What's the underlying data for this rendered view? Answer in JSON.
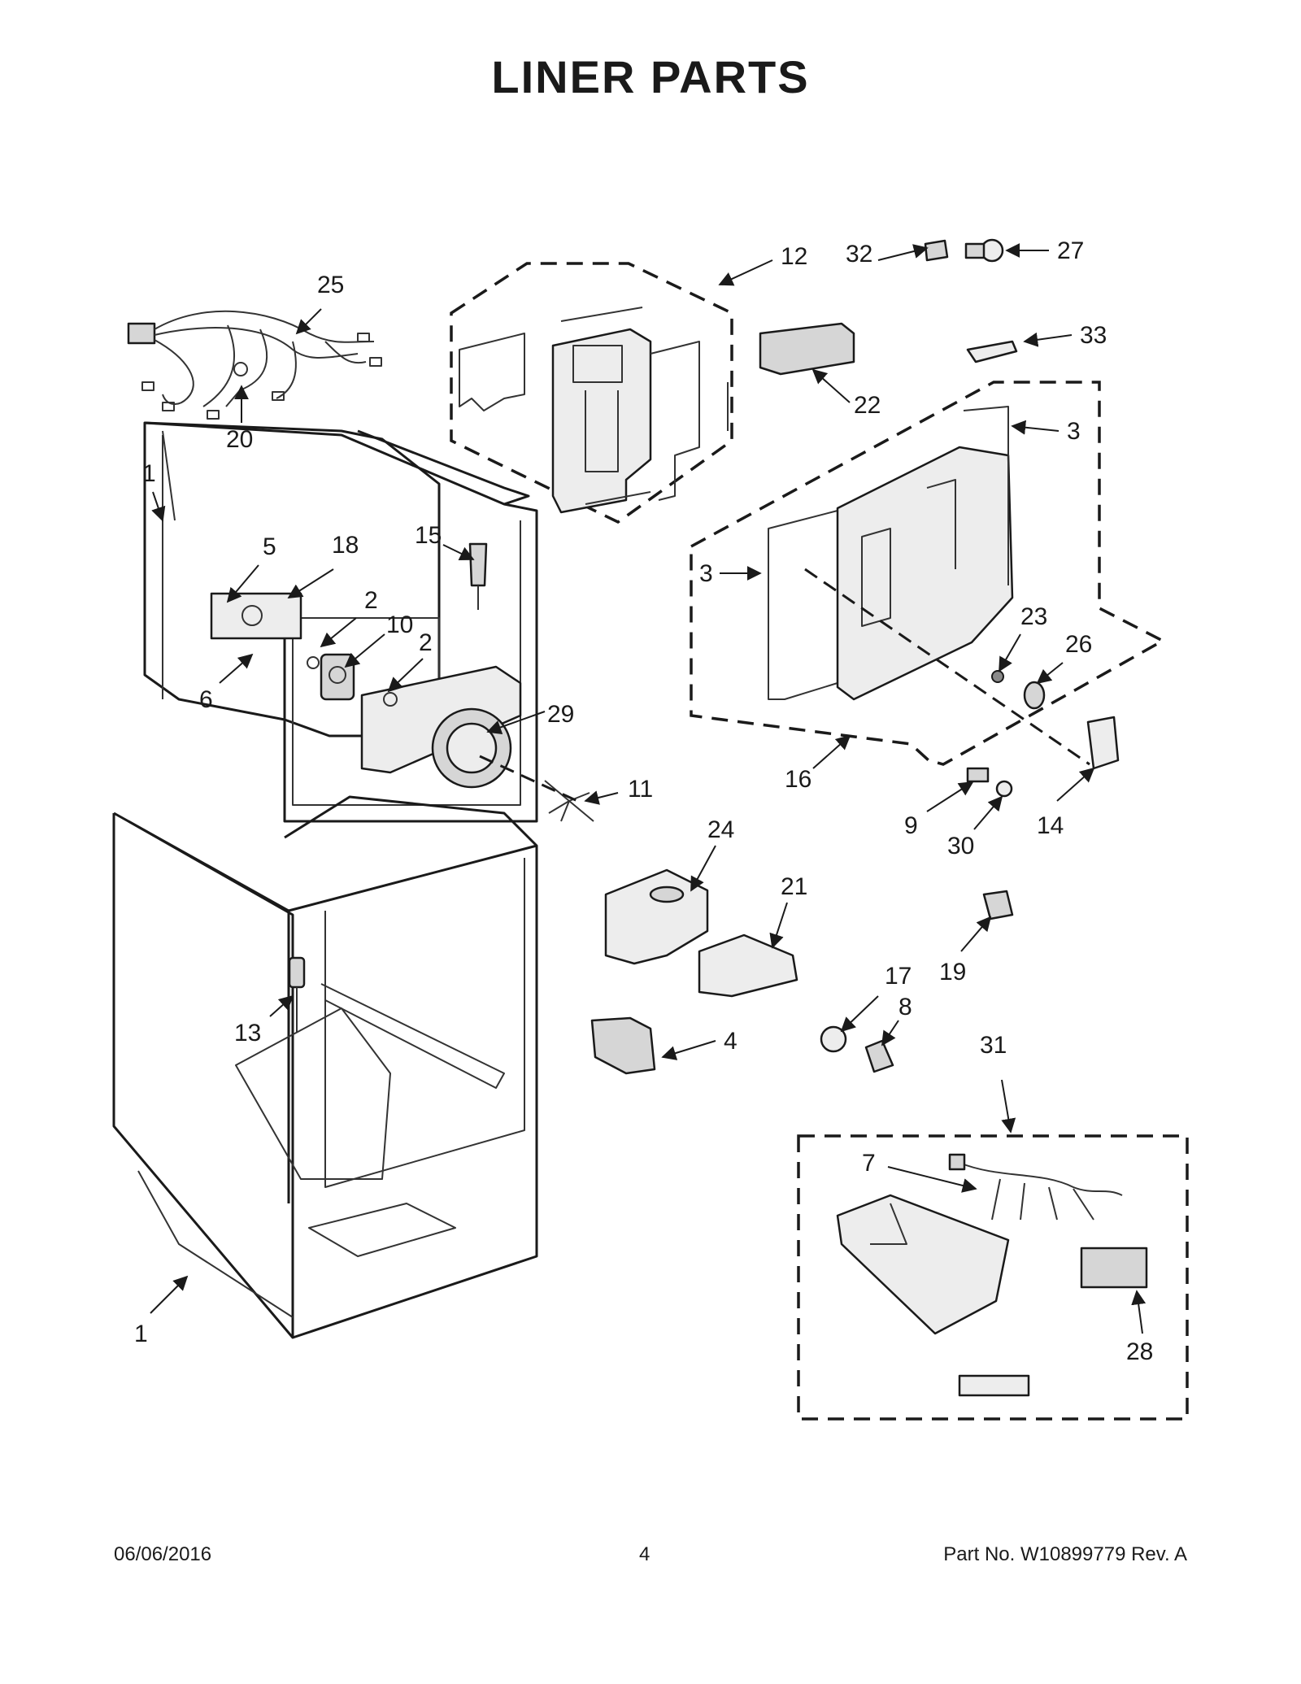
{
  "title": "LINER PARTS",
  "callouts": {
    "c25": "25",
    "c20": "20",
    "c1_top": "1",
    "c5": "5",
    "c18": "18",
    "c15": "15",
    "c2_a": "2",
    "c10": "10",
    "c2_b": "2",
    "c6": "6",
    "c29": "29",
    "c11": "11",
    "c12": "12",
    "c22": "22",
    "c32": "32",
    "c27": "27",
    "c33": "33",
    "c3_right": "3",
    "c3_left": "3",
    "c23": "23",
    "c26": "26",
    "c16": "16",
    "c9": "9",
    "c30": "30",
    "c14": "14",
    "c24": "24",
    "c21": "21",
    "c4": "4",
    "c17": "17",
    "c8": "8",
    "c19": "19",
    "c31": "31",
    "c7": "7",
    "c28": "28",
    "c13": "13",
    "c1_bottom": "1"
  },
  "footer": {
    "date": "06/06/2016",
    "page": "4",
    "part_no": "Part No.  W10899779  Rev.  A"
  }
}
